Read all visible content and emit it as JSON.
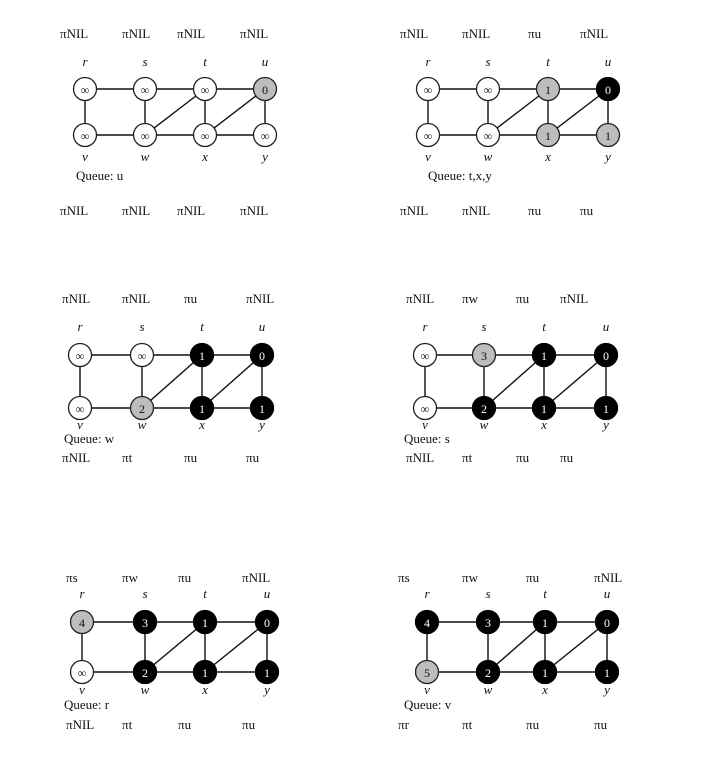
{
  "panels": [
    {
      "queue": "Queue: u",
      "top_pi": [
        "πNIL",
        "πNIL",
        "πNIL",
        "πNIL"
      ],
      "bottom_pi": [
        "πNIL",
        "πNIL",
        "πNIL",
        "πNIL"
      ],
      "vertices": {
        "r": {
          "d": "∞",
          "color": "white"
        },
        "s": {
          "d": "∞",
          "color": "white"
        },
        "t": {
          "d": "∞",
          "color": "white"
        },
        "u": {
          "d": "0",
          "color": "gray"
        },
        "v": {
          "d": "∞",
          "color": "white"
        },
        "w": {
          "d": "∞",
          "color": "white"
        },
        "x": {
          "d": "∞",
          "color": "white"
        },
        "y": {
          "d": "∞",
          "color": "white"
        }
      }
    },
    {
      "queue": "Queue: t,x,y",
      "top_pi": [
        "πNIL",
        "πNIL",
        "πu",
        "πNIL"
      ],
      "bottom_pi": [
        "πNIL",
        "πNIL",
        "πu",
        "πu"
      ],
      "vertices": {
        "r": {
          "d": "∞",
          "color": "white"
        },
        "s": {
          "d": "∞",
          "color": "white"
        },
        "t": {
          "d": "1",
          "color": "gray"
        },
        "u": {
          "d": "0",
          "color": "black"
        },
        "v": {
          "d": "∞",
          "color": "white"
        },
        "w": {
          "d": "∞",
          "color": "white"
        },
        "x": {
          "d": "1",
          "color": "gray"
        },
        "y": {
          "d": "1",
          "color": "gray"
        }
      }
    },
    {
      "queue": "Queue: w",
      "top_pi": [
        "πNIL",
        "πNIL",
        "πu",
        "πNIL"
      ],
      "bottom_pi": [
        "πNIL",
        "πt",
        "πu",
        "πu"
      ],
      "vertices": {
        "r": {
          "d": "∞",
          "color": "white"
        },
        "s": {
          "d": "∞",
          "color": "white"
        },
        "t": {
          "d": "1",
          "color": "black"
        },
        "u": {
          "d": "0",
          "color": "black"
        },
        "v": {
          "d": "∞",
          "color": "white"
        },
        "w": {
          "d": "2",
          "color": "gray"
        },
        "x": {
          "d": "1",
          "color": "black"
        },
        "y": {
          "d": "1",
          "color": "black"
        }
      }
    },
    {
      "queue": "Queue: s",
      "top_pi": [
        "πNIL",
        "πw",
        "πu",
        "πNIL"
      ],
      "bottom_pi": [
        "πNIL",
        "πt",
        "πu",
        "πu"
      ],
      "vertices": {
        "r": {
          "d": "∞",
          "color": "white"
        },
        "s": {
          "d": "3",
          "color": "gray"
        },
        "t": {
          "d": "1",
          "color": "black"
        },
        "u": {
          "d": "0",
          "color": "black"
        },
        "v": {
          "d": "∞",
          "color": "white"
        },
        "w": {
          "d": "2",
          "color": "black"
        },
        "x": {
          "d": "1",
          "color": "black"
        },
        "y": {
          "d": "1",
          "color": "black"
        }
      }
    },
    {
      "queue": "Queue: r",
      "top_pi": [
        "πs",
        "πw",
        "πu",
        "πNIL"
      ],
      "bottom_pi": [
        "πNIL",
        "πt",
        "πu",
        "πu"
      ],
      "vertices": {
        "r": {
          "d": "4",
          "color": "gray"
        },
        "s": {
          "d": "3",
          "color": "black"
        },
        "t": {
          "d": "1",
          "color": "black"
        },
        "u": {
          "d": "0",
          "color": "black"
        },
        "v": {
          "d": "∞",
          "color": "white"
        },
        "w": {
          "d": "2",
          "color": "black"
        },
        "x": {
          "d": "1",
          "color": "black"
        },
        "y": {
          "d": "1",
          "color": "black"
        }
      }
    },
    {
      "queue": "Queue: v",
      "top_pi": [
        "πs",
        "πw",
        "πu",
        "πNIL"
      ],
      "bottom_pi": [
        "πr",
        "πt",
        "πu",
        "πu"
      ],
      "vertices": {
        "r": {
          "d": "4",
          "color": "black"
        },
        "s": {
          "d": "3",
          "color": "black"
        },
        "t": {
          "d": "1",
          "color": "black"
        },
        "u": {
          "d": "0",
          "color": "black"
        },
        "v": {
          "d": "5",
          "color": "gray"
        },
        "w": {
          "d": "2",
          "color": "black"
        },
        "x": {
          "d": "1",
          "color": "black"
        },
        "y": {
          "d": "1",
          "color": "black"
        }
      }
    }
  ],
  "vertex_names": [
    "r",
    "s",
    "t",
    "u",
    "v",
    "w",
    "x",
    "y"
  ],
  "edges": [
    [
      "r",
      "s"
    ],
    [
      "s",
      "t"
    ],
    [
      "t",
      "u"
    ],
    [
      "r",
      "v"
    ],
    [
      "s",
      "w"
    ],
    [
      "t",
      "x"
    ],
    [
      "u",
      "y"
    ],
    [
      "v",
      "w"
    ],
    [
      "w",
      "x"
    ],
    [
      "x",
      "y"
    ],
    [
      "w",
      "t"
    ],
    [
      "x",
      "u"
    ]
  ],
  "colors": {
    "white": "#ffffff",
    "gray": "#bdbdbd",
    "black": "#000000"
  }
}
